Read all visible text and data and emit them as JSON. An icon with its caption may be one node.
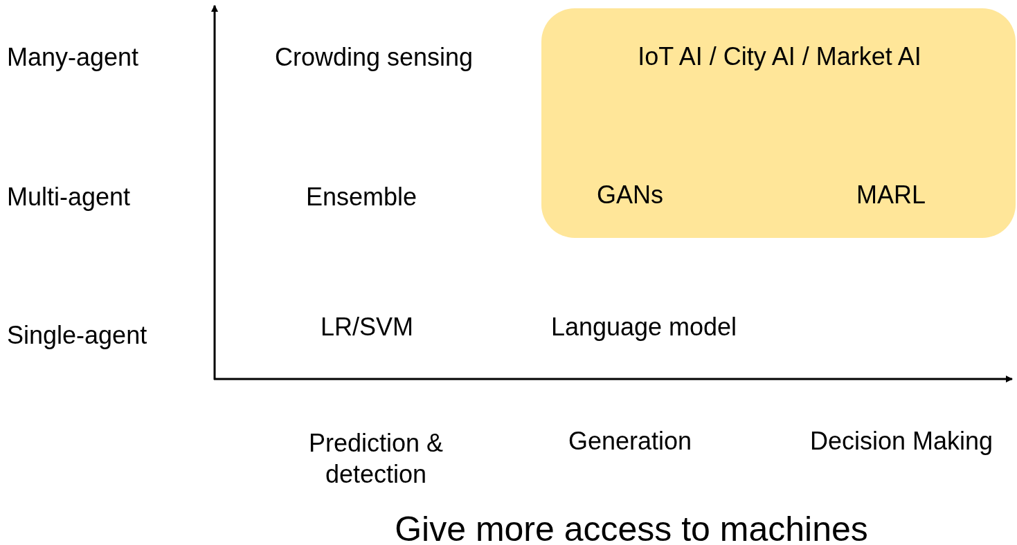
{
  "diagram": {
    "nodes": [
      {
        "text": [
          "IoT AI / City AI / Market AI",
          "GANs",
          "MARL"
        ]
      }
    ],
    "labels": [
      "Many-agent",
      "Crowding sensing",
      "Multi-agent",
      "Ensemble",
      "Single-agent",
      "LR/SVM",
      "Language model",
      "Prediction & detection",
      "Generation",
      "Decision Making",
      "Give more access to machines"
    ]
  }
}
